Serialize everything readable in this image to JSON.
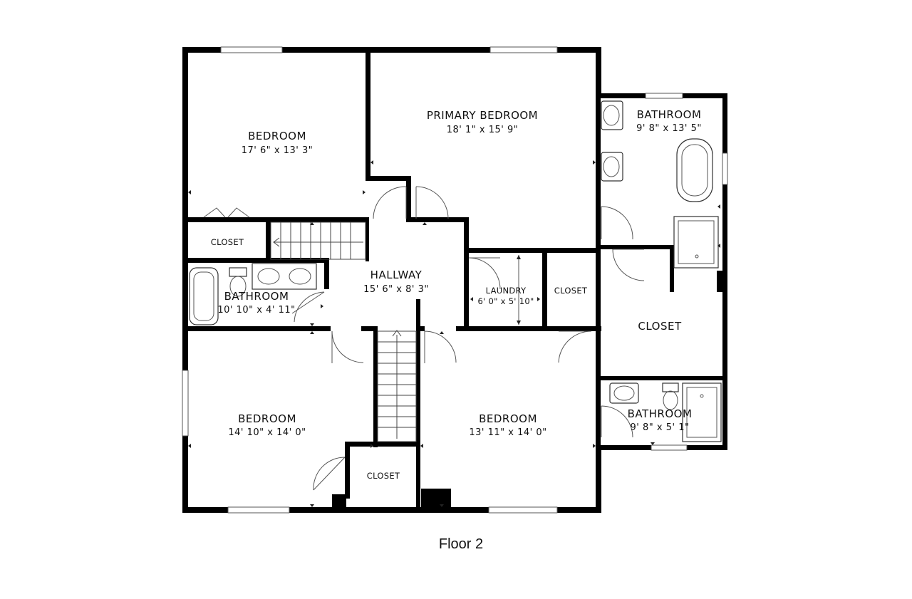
{
  "floor_title": "Floor 2",
  "rooms": {
    "bedroom_nw": {
      "name": "BEDROOM",
      "dims": "17' 6\" x 13' 3\""
    },
    "primary_bedroom": {
      "name": "PRIMARY BEDROOM",
      "dims": "18' 1\" x 15' 9\""
    },
    "bathroom_primary": {
      "name": "BATHROOM",
      "dims": "9' 8\" x 13' 5\""
    },
    "closet_nw": {
      "name": "CLOSET"
    },
    "hallway": {
      "name": "HALLWAY",
      "dims": "15' 6\" x 8' 3\""
    },
    "laundry": {
      "name": "LAUNDRY",
      "dims": "6' 0\" x 5' 10\""
    },
    "closet_laundry": {
      "name": "CLOSET"
    },
    "closet_walkin": {
      "name": "CLOSET"
    },
    "bathroom_hall": {
      "name": "BATHROOM",
      "dims": "10' 10\" x 4' 11\""
    },
    "bedroom_sw": {
      "name": "BEDROOM",
      "dims": "14' 10\" x 14' 0\""
    },
    "closet_sw": {
      "name": "CLOSET"
    },
    "bedroom_se": {
      "name": "BEDROOM",
      "dims": "13' 11\" x 14' 0\""
    },
    "bathroom_se": {
      "name": "BATHROOM",
      "dims": "9' 8\" x 5' 1\""
    }
  }
}
